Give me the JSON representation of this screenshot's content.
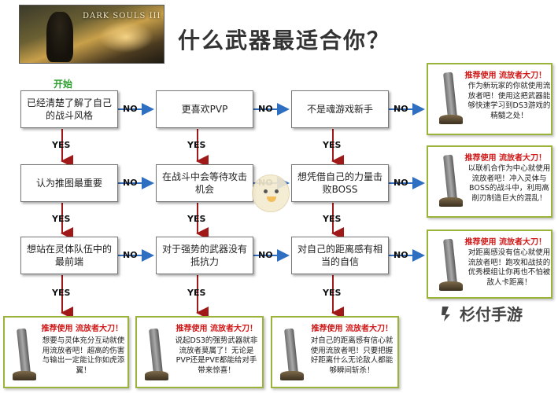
{
  "banner": {
    "logo_text": "DARK SOULS III"
  },
  "title": "什么武器最适合你？",
  "start_label": "开始",
  "edge_labels": {
    "no": "NO",
    "yes": "YES"
  },
  "nodes": {
    "r1c1": "已经清楚了解了自己的战斗风格",
    "r1c2": "更喜欢PVP",
    "r1c3": "不是魂游戏新手",
    "r2c1": "认为推图最重要",
    "r2c2": "在战斗中会等待攻击机会",
    "r2c3": "想凭借自己的力量击败BOSS",
    "r3c1": "想站在灵体队伍中的最前端",
    "r3c2": "对于强势的武器没有抵抗力",
    "r3c3": "对自己的距离感有相当的自信"
  },
  "recommendations": [
    {
      "title": "推荐使用 流放者大刀！",
      "text": "作为新玩家的你就使用流放者吧！使用这把武器能够快速学习到DS3游戏的精髓之处！"
    },
    {
      "title": "推荐使用 流放者大刀！",
      "text": "以联机合作为中心就使用流放者吧！冲入灵体与BOSS的战斗中，利用高削刃制造巨大的混乱！"
    },
    {
      "title": "推荐使用 流放者大刀！",
      "text": "对距离感没有信心就使用流放者吧！跑攻和战技的优秀模组让你再也不怕被敌人卡距离！"
    },
    {
      "title": "推荐使用 流放者大刀！",
      "text": "想要与灵体充分互动就使用流放者吧！超高的伤害与输出一定能让你如虎添翼！"
    },
    {
      "title": "推荐使用 流放者大刀！",
      "text": "说起DS3的强势武器就非流放者莫属了！无论是PVP还是PVE都能给对手带来惊喜！"
    },
    {
      "title": "推荐使用 流放者大刀！",
      "text": "对自己的距离感有信心就使用流放者吧！只要把握好距离什么无论敌人都能够瞬间斩杀！"
    }
  ],
  "watermark": "杉付手游",
  "colors": {
    "no_arrow": "#2f6fc2",
    "yes_arrow": "#a01818",
    "rec_border": "#9ab33a",
    "rec_title": "#d01919",
    "start": "#2ca02c"
  }
}
